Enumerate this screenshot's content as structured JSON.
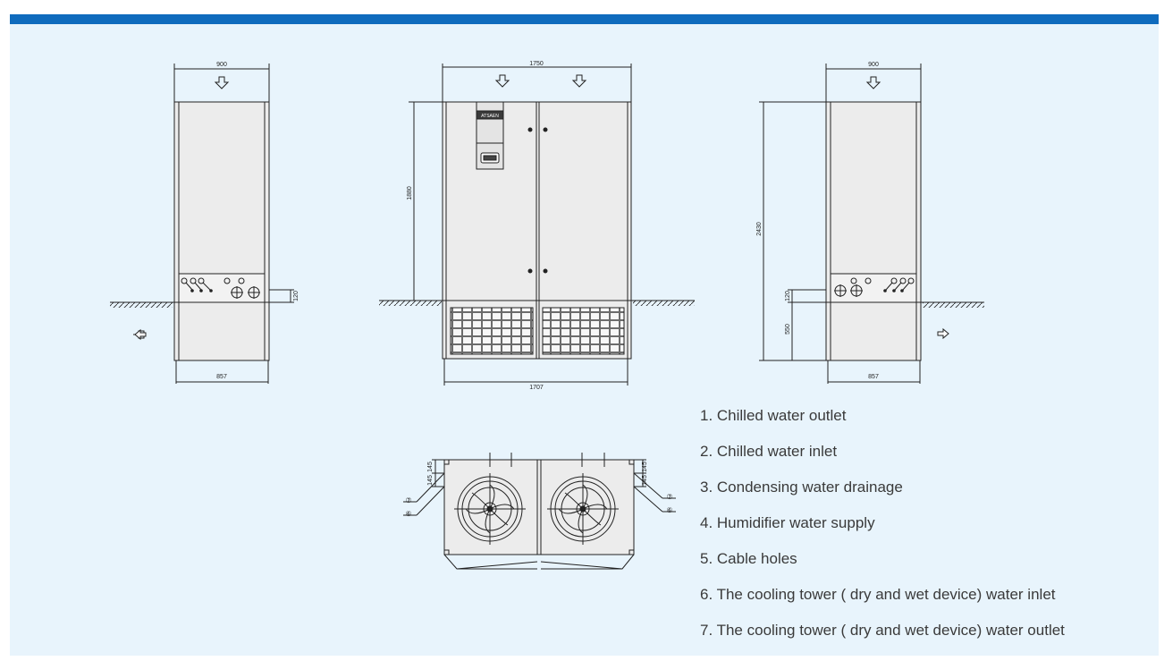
{
  "dimensions": {
    "left_top_width": "900",
    "left_bottom_width": "857",
    "left_pipe_height": "120",
    "front_top_width": "1750",
    "front_bottom_width": "1707",
    "front_height": "1880",
    "right_top_width": "900",
    "right_bottom_width": "857",
    "right_total_height": "2430",
    "right_pipe_height": "120",
    "right_base_height": "550",
    "top_view_left_a": "145",
    "top_view_left_b": "145",
    "top_view_right_a": "145",
    "top_view_right_b": "145"
  },
  "front_panel_brand": "ATSAEN",
  "callouts": [
    "⑦",
    "⑥",
    "⑦",
    "⑥"
  ],
  "legend": [
    "1. Chilled water outlet",
    "2. Chilled water inlet",
    "3. Condensing water drainage",
    "4. Humidifier water supply",
    "5. Cable holes",
    "6. The cooling tower ( dry and wet device) water inlet",
    "7. The cooling tower ( dry and wet device) water outlet"
  ],
  "colors": {
    "header_bar": "#0f6bbd",
    "background": "#e8f4fc",
    "unit_panel": "#ececec",
    "line": "#222222"
  }
}
